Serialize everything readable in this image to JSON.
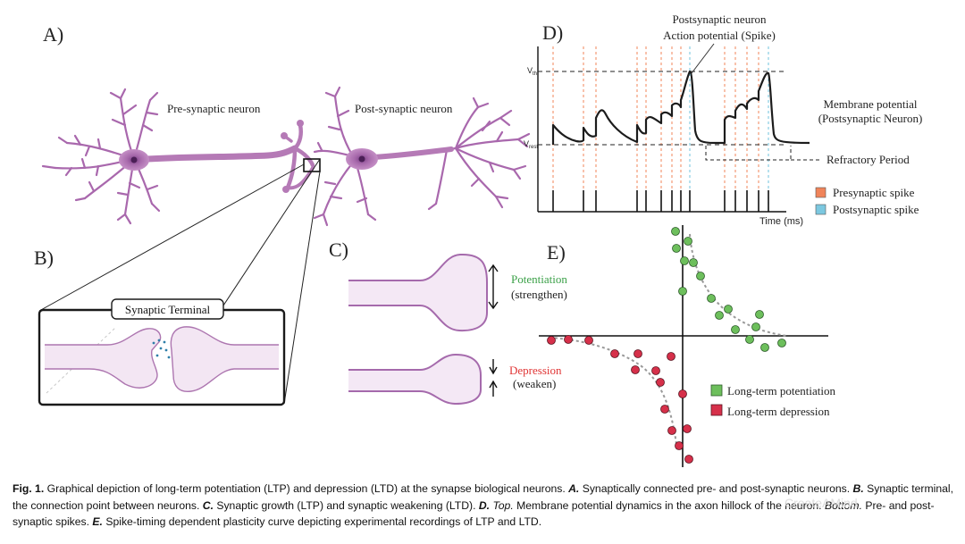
{
  "panels": {
    "a": {
      "label": "A)",
      "pre_label": "Pre-synaptic neuron",
      "post_label": "Post-synaptic neuron"
    },
    "b": {
      "label": "B)",
      "terminal_label": "Synaptic Terminal"
    },
    "c": {
      "label": "C)",
      "potentiation_label": "Potentiation",
      "strengthen_label": "(strengthen)",
      "depression_label": "Depression",
      "weaken_label": "(weaken)"
    },
    "d": {
      "label": "D)",
      "spike_annotation_line1": "Postsynaptic neuron",
      "spike_annotation_line2": "Action potential (Spike)",
      "vth_label": "V",
      "vth_sub": "th",
      "vrest_label": "V",
      "vrest_sub": "rest",
      "membrane_line1": "Membrane potential",
      "membrane_line2": "(Postsynaptic Neuron)",
      "refractory_label": "Refractory Period",
      "time_axis_label": "Time (ms)",
      "legend": [
        {
          "label": "Presynaptic spike",
          "color": "#f0845a"
        },
        {
          "label": "Postsynaptic spike",
          "color": "#7cc8e0"
        }
      ]
    },
    "e": {
      "label": "E)",
      "legend": [
        {
          "label": "Long-term potentiation",
          "color": "#6dbf5c"
        },
        {
          "label": "Long-term depression",
          "color": "#d6304a"
        }
      ]
    }
  },
  "colors": {
    "neuron_fill": "#b57ab6",
    "neuron_stroke": "#8d5296",
    "membrane_fill": "#f1e2f2",
    "membrane_stroke": "#a56aac",
    "potentiation_text": "#3aa047",
    "depression_text": "#e03535"
  },
  "caption": {
    "fig_label": "Fig. 1.",
    "intro": " Graphical depiction of long-term potentiation (LTP) and depression (LTD) at the synapse biological neurons. ",
    "a_label": "A.",
    "a_text": " Synaptically connected pre- and post-synaptic neurons. ",
    "b_label": "B.",
    "b_text": " Synaptic terminal, the connection point between neurons. ",
    "c_label": "C.",
    "c_text": " Synaptic growth (LTP) and synaptic weakening (LTD). ",
    "d_label": "D.",
    "d_top": "Top.",
    "d_text": " Membrane potential dynamics in the axon hillock of the neuron. ",
    "d_bottom": "Bottom.",
    "d_bottom_text": " Pre- and post-synaptic spikes. ",
    "e_label": "E.",
    "e_text": " Spike-timing dependent plasticity curve depicting experimental recordings of LTP and LTD."
  },
  "watermark": "CreateAMind"
}
